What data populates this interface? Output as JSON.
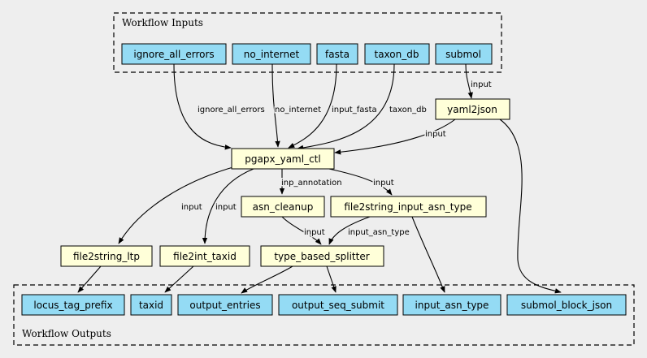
{
  "colors": {
    "background": "#eeeeee",
    "io_node": "#94dbf4",
    "step_node": "#ffffd9",
    "stroke": "#000000"
  },
  "clusters": {
    "inputs": {
      "label": "Workflow Inputs"
    },
    "outputs": {
      "label": "Workflow Outputs"
    }
  },
  "nodes": {
    "ignore_all_errors": {
      "label": "ignore_all_errors",
      "kind": "input"
    },
    "no_internet": {
      "label": "no_internet",
      "kind": "input"
    },
    "fasta": {
      "label": "fasta",
      "kind": "input"
    },
    "taxon_db": {
      "label": "taxon_db",
      "kind": "input"
    },
    "submol": {
      "label": "submol",
      "kind": "input"
    },
    "yaml2json": {
      "label": "yaml2json",
      "kind": "step"
    },
    "pgapx_yaml_ctl": {
      "label": "pgapx_yaml_ctl",
      "kind": "step"
    },
    "asn_cleanup": {
      "label": "asn_cleanup",
      "kind": "step"
    },
    "file2string_input_asn_type": {
      "label": "file2string_input_asn_type",
      "kind": "step"
    },
    "file2string_ltp": {
      "label": "file2string_ltp",
      "kind": "step"
    },
    "file2int_taxid": {
      "label": "file2int_taxid",
      "kind": "step"
    },
    "type_based_splitter": {
      "label": "type_based_splitter",
      "kind": "step"
    },
    "locus_tag_prefix": {
      "label": "locus_tag_prefix",
      "kind": "output"
    },
    "taxid": {
      "label": "taxid",
      "kind": "output"
    },
    "output_entries": {
      "label": "output_entries",
      "kind": "output"
    },
    "output_seq_submit": {
      "label": "output_seq_submit",
      "kind": "output"
    },
    "input_asn_type": {
      "label": "input_asn_type",
      "kind": "output"
    },
    "submol_block_json": {
      "label": "submol_block_json",
      "kind": "output"
    }
  },
  "edges": {
    "e1": {
      "from": "ignore_all_errors",
      "to": "pgapx_yaml_ctl",
      "label": "ignore_all_errors"
    },
    "e2": {
      "from": "no_internet",
      "to": "pgapx_yaml_ctl",
      "label": "no_internet"
    },
    "e3": {
      "from": "fasta",
      "to": "pgapx_yaml_ctl",
      "label": "input_fasta"
    },
    "e4": {
      "from": "taxon_db",
      "to": "pgapx_yaml_ctl",
      "label": "taxon_db"
    },
    "e5": {
      "from": "submol",
      "to": "yaml2json",
      "label": "input"
    },
    "e6": {
      "from": "yaml2json",
      "to": "pgapx_yaml_ctl",
      "label": "input"
    },
    "e7": {
      "from": "yaml2json",
      "to": "submol_block_json",
      "label": ""
    },
    "e8": {
      "from": "pgapx_yaml_ctl",
      "to": "file2string_ltp",
      "label": "input"
    },
    "e9": {
      "from": "pgapx_yaml_ctl",
      "to": "file2int_taxid",
      "label": "input"
    },
    "e10": {
      "from": "pgapx_yaml_ctl",
      "to": "asn_cleanup",
      "label": "inp_annotation"
    },
    "e11": {
      "from": "pgapx_yaml_ctl",
      "to": "file2string_input_asn_type",
      "label": "input"
    },
    "e12": {
      "from": "asn_cleanup",
      "to": "type_based_splitter",
      "label": "input"
    },
    "e13": {
      "from": "file2string_input_asn_type",
      "to": "type_based_splitter",
      "label": "input_asn_type"
    },
    "e14": {
      "from": "file2string_input_asn_type",
      "to": "input_asn_type",
      "label": ""
    },
    "e15": {
      "from": "file2string_ltp",
      "to": "locus_tag_prefix",
      "label": ""
    },
    "e16": {
      "from": "file2int_taxid",
      "to": "taxid",
      "label": ""
    },
    "e17": {
      "from": "type_based_splitter",
      "to": "output_entries",
      "label": ""
    },
    "e18": {
      "from": "type_based_splitter",
      "to": "output_seq_submit",
      "label": ""
    }
  }
}
